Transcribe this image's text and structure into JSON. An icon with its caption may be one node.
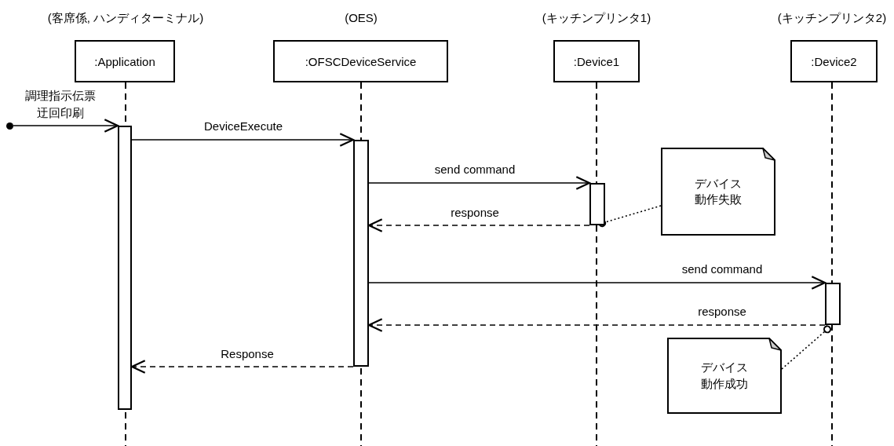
{
  "diagram": {
    "nodes": [
      {
        "text": [
          ":Application"
        ],
        "beside": [
          "(客席係, ハンディターミナル)"
        ]
      },
      {
        "text": [
          ":OFSCDeviceService"
        ],
        "beside": [
          "(OES)"
        ]
      },
      {
        "text": [
          ":Device1"
        ],
        "beside": [
          "(キッチンプリンタ1)"
        ]
      },
      {
        "text": [
          ":Device2"
        ],
        "beside": [
          "(キッチンプリンタ2)"
        ]
      },
      {
        "text": [],
        "shape": "bar"
      },
      {
        "text": [],
        "shape": "bar"
      },
      {
        "text": [],
        "shape": "bar"
      },
      {
        "text": [],
        "shape": "bar"
      },
      {
        "text": [
          "デバイス動作失敗"
        ]
      },
      {
        "text": [
          "デバイス動作成功"
        ]
      },
      {
        "text": [],
        "shape": "circle"
      }
    ],
    "edges": [
      {
        "from": 10,
        "to": 4,
        "arrow": "to",
        "label": "調理指示伝票迂回印刷"
      },
      {
        "from": 4,
        "to": 5,
        "arrow": "to",
        "label": "DeviceExecute"
      },
      {
        "from": 5,
        "to": 6,
        "arrow": "to",
        "label": "send command"
      },
      {
        "from": 6,
        "to": 5,
        "arrow": "to",
        "label": "response",
        "style": "dashed"
      },
      {
        "from": 5,
        "to": 7,
        "arrow": "to",
        "label": "send command"
      },
      {
        "from": 7,
        "to": 5,
        "arrow": "to",
        "label": "response",
        "style": "dashed"
      },
      {
        "from": 5,
        "to": 4,
        "arrow": "to",
        "label": "Response",
        "style": "dashed"
      },
      {
        "from": 8,
        "to": 6,
        "arrow": "other",
        "style": "dashed"
      },
      {
        "from": 9,
        "to": 7,
        "arrow": "other",
        "style": "dashed"
      }
    ]
  }
}
